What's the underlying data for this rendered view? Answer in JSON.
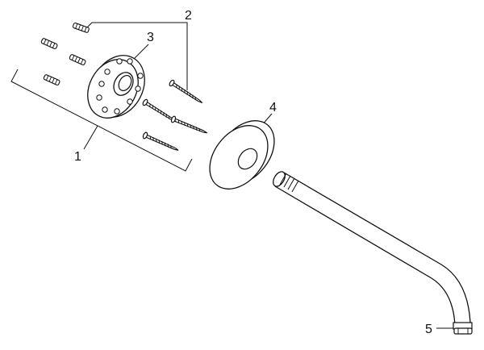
{
  "callouts": {
    "c1": "1",
    "c2": "2",
    "c3": "3",
    "c4": "4",
    "c5": "5"
  },
  "colors": {
    "line": "#111111",
    "background": "#ffffff"
  },
  "icons": {
    "anchors": "wall-plug-icon",
    "screws": "screw-icon",
    "flange": "mounting-flange-icon",
    "rosette": "cover-rosette-icon",
    "arm": "shower-arm-icon",
    "seal": "seal-ring-icon"
  }
}
